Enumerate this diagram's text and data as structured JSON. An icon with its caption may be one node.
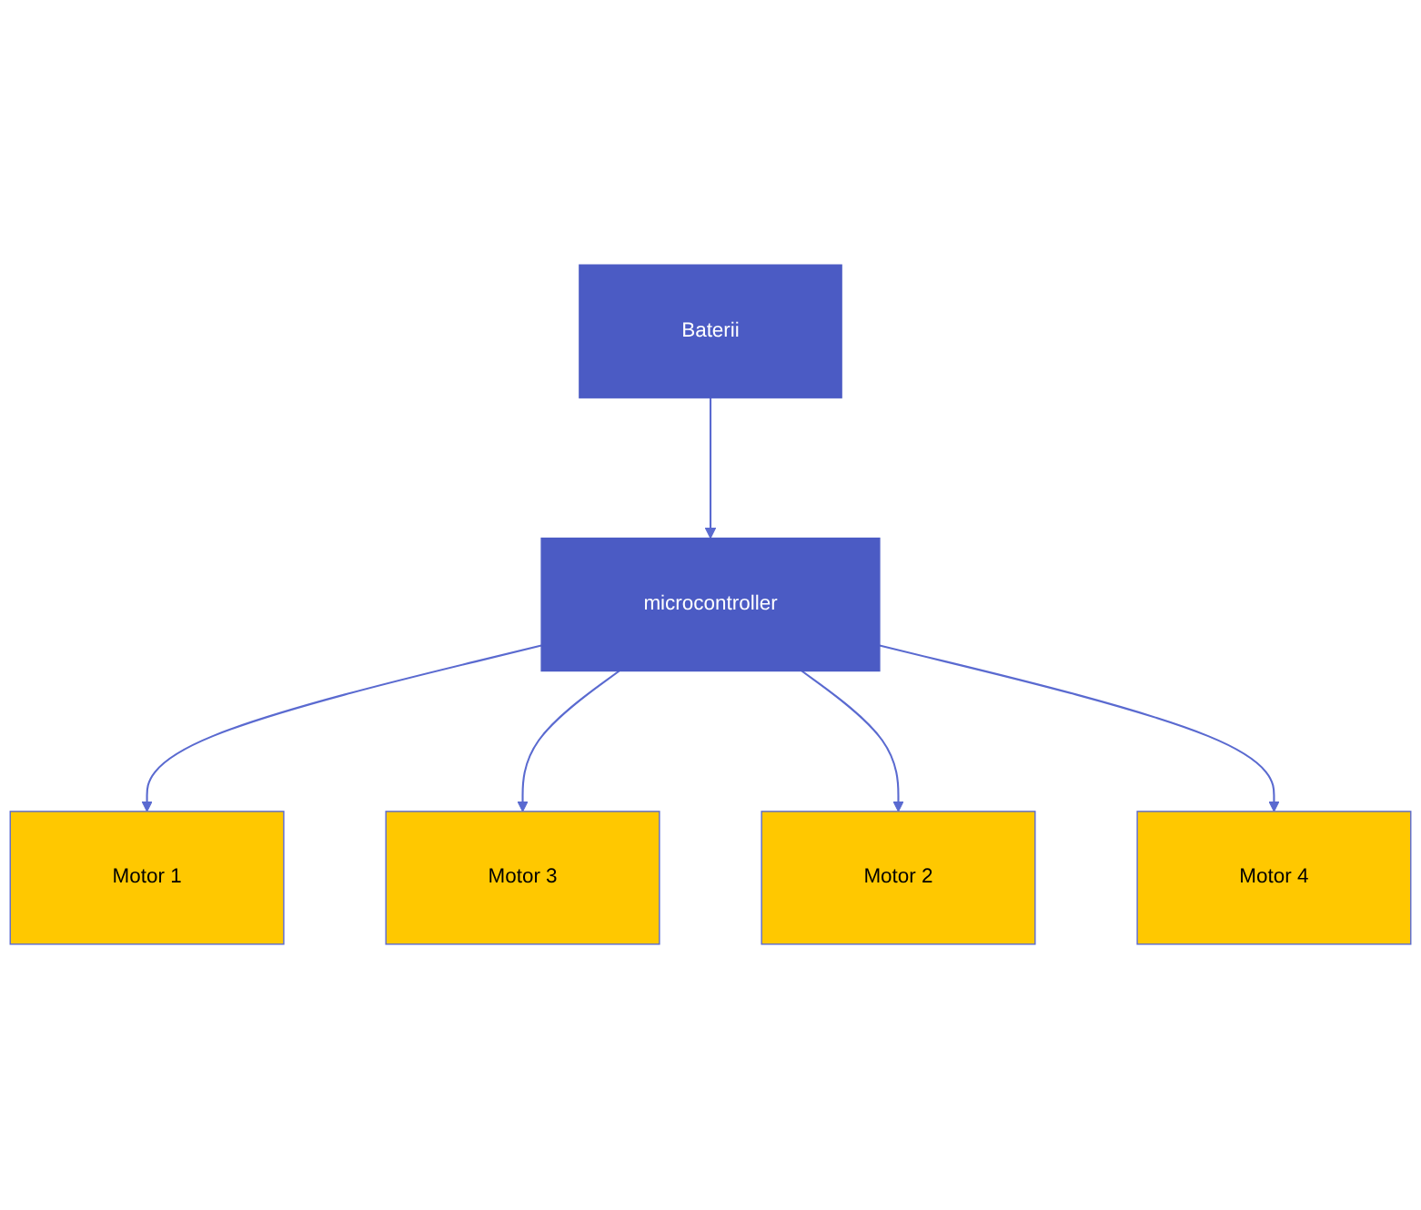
{
  "diagram": {
    "nodes": [
      {
        "text": [
          "Motor 1"
        ]
      },
      {
        "text": [
          "Motor 2"
        ]
      },
      {
        "text": [
          "microcontroller"
        ]
      },
      {
        "text": [
          "Motor 3"
        ]
      },
      {
        "text": [
          "Baterii"
        ]
      },
      {
        "text": [
          "Motor 4"
        ]
      }
    ],
    "edges": [
      {
        "from": 2,
        "to": 0,
        "arrow": "to"
      },
      {
        "from": 2,
        "to": 3,
        "arrow": "to"
      },
      {
        "from": 2,
        "to": 1,
        "arrow": "to"
      },
      {
        "from": 2,
        "to": 5,
        "arrow": "to"
      },
      {
        "from": 4,
        "to": 2,
        "arrow": "to"
      }
    ]
  }
}
